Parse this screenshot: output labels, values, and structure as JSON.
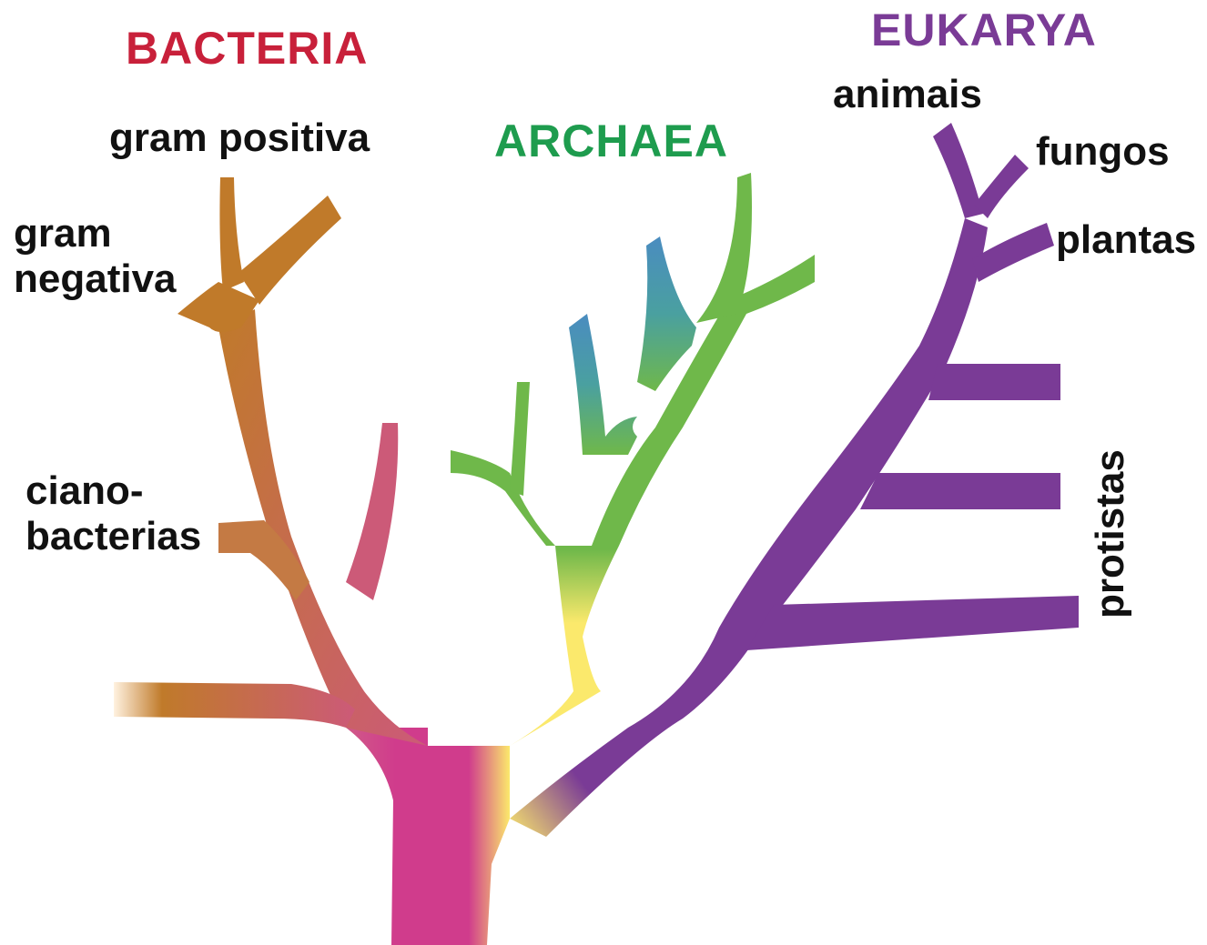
{
  "domains": {
    "bacteria": {
      "label": "BACTERIA",
      "color": "#c8203a"
    },
    "archaea": {
      "label": "ARCHAEA",
      "color": "#1e9c4e"
    },
    "eukarya": {
      "label": "EUKARYA",
      "color": "#7a3b96"
    }
  },
  "leaves": {
    "gram_positiva": "gram positiva",
    "gram_negativa_1": "gram",
    "gram_negativa_2": "negativa",
    "ciano_1": "ciano-",
    "ciano_2": "bacterias",
    "animais": "animais",
    "fungos": "fungos",
    "plantas": "plantas",
    "protistas": "protistas"
  },
  "colors": {
    "bacteria_orange": "#c07a2a",
    "bacteria_pink": "#cc5a78",
    "root_magenta": "#d03c8c",
    "root_yellow": "#fbe96c",
    "archaea_green": "#6fb84a",
    "archaea_blue": "#4a8cc0",
    "eukarya_purple": "#7a3b96"
  }
}
